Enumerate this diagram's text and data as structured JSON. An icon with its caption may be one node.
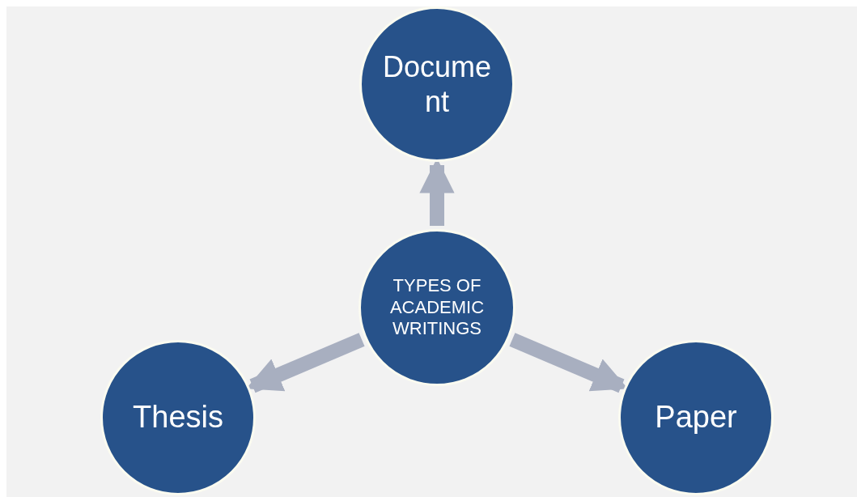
{
  "diagram": {
    "nodes": [
      {
        "text": [
          "Document"
        ]
      },
      {
        "text": [
          "TYPES OF ACADEMIC WRITINGS"
        ]
      },
      {
        "text": [
          "Thesis"
        ]
      },
      {
        "text": [
          "Paper"
        ]
      }
    ],
    "edges": [
      {
        "from": 1,
        "to": 0,
        "arrow": "to"
      },
      {
        "from": 1,
        "to": 2,
        "arrow": "to"
      },
      {
        "from": 1,
        "to": 3,
        "arrow": "to"
      }
    ]
  }
}
